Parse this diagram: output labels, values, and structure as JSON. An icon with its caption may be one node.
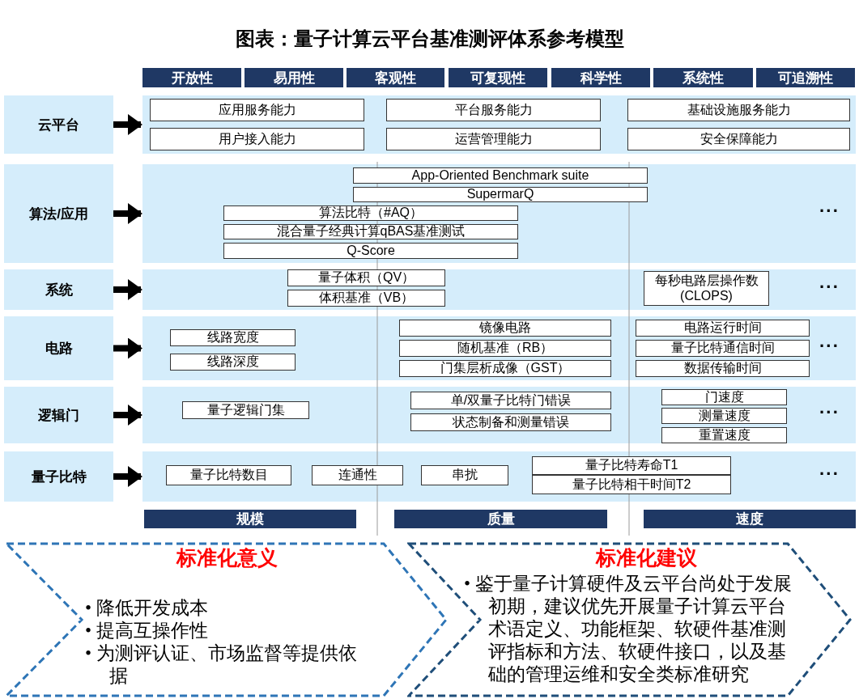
{
  "diagram": {
    "title": "图表：量子计算云平台基准测评体系参考模型",
    "nodes": [
      {
        "text": [
          "开放性"
        ]
      },
      {
        "text": [
          "易用性"
        ]
      },
      {
        "text": [
          "客观性"
        ]
      },
      {
        "text": [
          "可复现性"
        ]
      },
      {
        "text": [
          "科学性"
        ]
      },
      {
        "text": [
          "系统性"
        ]
      },
      {
        "text": [
          "可追溯性"
        ]
      },
      {
        "text": [
          "云平台"
        ]
      },
      {
        "text": [],
        "shape": "box"
      },
      {
        "text": [
          "应用服务能力"
        ],
        "in": 8
      },
      {
        "text": [
          "平台服务能力"
        ],
        "in": 8
      },
      {
        "text": [
          "基础设施服务能力"
        ],
        "in": 8
      },
      {
        "text": [
          "用户接入能力"
        ],
        "in": 8
      },
      {
        "text": [
          "运营管理能力"
        ],
        "in": 8
      },
      {
        "text": [
          "安全保障能力"
        ],
        "in": 8
      },
      {
        "text": [
          "算法/应用"
        ]
      },
      {
        "text": [],
        "shape": "box"
      },
      {
        "text": [
          "App-Oriented Benchmark suite"
        ],
        "in": 16
      },
      {
        "text": [
          "SupermarQ"
        ],
        "in": 16
      },
      {
        "text": [
          "算法比特（#AQ）"
        ],
        "in": 16
      },
      {
        "text": [
          "混合量子经典计算qBAS基准测试"
        ],
        "in": 16
      },
      {
        "text": [
          "Q-Score"
        ],
        "in": 16
      },
      {
        "text": [
          "系统"
        ]
      },
      {
        "text": [],
        "shape": "box"
      },
      {
        "text": [
          "量子体积（QV）"
        ],
        "in": 23
      },
      {
        "text": [
          "体积基准（VB）"
        ],
        "in": 23
      },
      {
        "text": [
          "每秒电路层操作数(CLOPS)"
        ],
        "in": 23
      },
      {
        "text": [
          "电路"
        ]
      },
      {
        "text": [],
        "shape": "box"
      },
      {
        "text": [
          "线路宽度"
        ],
        "in": 28
      },
      {
        "text": [
          "线路深度"
        ],
        "in": 28
      },
      {
        "text": [
          "镜像电路"
        ],
        "in": 28
      },
      {
        "text": [
          "随机基准（RB）"
        ],
        "in": 28
      },
      {
        "text": [
          "门集层析成像（GST）"
        ],
        "in": 28
      },
      {
        "text": [
          "电路运行时间"
        ],
        "in": 28
      },
      {
        "text": [
          "量子比特通信时间"
        ],
        "in": 28
      },
      {
        "text": [
          "数据传输时间"
        ],
        "in": 28
      },
      {
        "text": [
          "逻辑门"
        ]
      },
      {
        "text": [],
        "shape": "box"
      },
      {
        "text": [
          "量子逻辑门集"
        ],
        "in": 38
      },
      {
        "text": [
          "单/双量子比特门错误"
        ],
        "in": 38
      },
      {
        "text": [
          "状态制备和测量错误"
        ],
        "in": 38
      },
      {
        "text": [
          "门速度"
        ],
        "in": 38
      },
      {
        "text": [
          "测量速度"
        ],
        "in": 38
      },
      {
        "text": [
          "重置速度"
        ],
        "in": 38
      },
      {
        "text": [
          "量子比特"
        ]
      },
      {
        "text": [],
        "shape": "box"
      },
      {
        "text": [
          "量子比特数目"
        ],
        "in": 46
      },
      {
        "text": [
          "连通性"
        ],
        "in": 46
      },
      {
        "text": [
          "串扰"
        ],
        "in": 46
      },
      {
        "text": [
          "量子比特寿命T1"
        ],
        "in": 46
      },
      {
        "text": [
          "量子比特相干时间T2"
        ],
        "in": 46
      },
      {
        "text": [
          "规模"
        ]
      },
      {
        "text": [
          "质量"
        ]
      },
      {
        "text": [
          "速度"
        ]
      },
      {
        "text": [
          "标准化意义",
          "• 降低开发成本",
          "• 提高互操作性",
          "• 为测评认证、市场监督等提供依据"
        ]
      },
      {
        "text": [
          "标准化建议",
          "• 鉴于量子计算硬件及云平台尚处于发展初期，建议优先开展量子计算云平台术语定义、功能框架、软硬件基准测评指标和方法、软硬件接口，以及基础的管理运维和安全类标准研究"
        ]
      }
    ],
    "edges": [
      {
        "from": 7,
        "to": 8,
        "arrow": "to"
      },
      {
        "from": 15,
        "to": 16,
        "arrow": "to"
      },
      {
        "from": 22,
        "to": 23,
        "arrow": "to"
      },
      {
        "from": 27,
        "to": 28,
        "arrow": "to"
      },
      {
        "from": 37,
        "to": 38,
        "arrow": "to"
      },
      {
        "from": 45,
        "to": 46,
        "arrow": "to"
      }
    ],
    "labels": [
      "···",
      "···",
      "···",
      "···",
      "···"
    ]
  }
}
